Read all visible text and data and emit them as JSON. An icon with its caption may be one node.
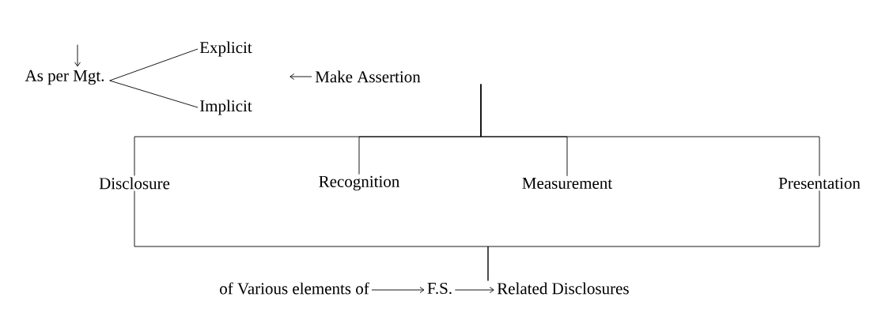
{
  "diagram": {
    "nodes": [
      {
        "text": [
          "As per Mgt."
        ]
      },
      {
        "text": [
          "Explicit"
        ]
      },
      {
        "text": [
          "Implicit"
        ]
      },
      {
        "text": [
          "Make Assertion"
        ]
      },
      {
        "text": [
          "Disclosure"
        ]
      },
      {
        "text": [
          "Recognition"
        ]
      },
      {
        "text": [
          "Measurement"
        ]
      },
      {
        "text": [
          "Presentation"
        ]
      },
      {
        "text": [
          "of Various elements of"
        ]
      },
      {
        "text": [
          "F.S."
        ]
      },
      {
        "text": [
          "Related Disclosures"
        ]
      }
    ],
    "edges": [
      {
        "from": null,
        "to": 0,
        "arrow": "to"
      },
      {
        "from": 0,
        "to": 1,
        "arrow": "none"
      },
      {
        "from": 0,
        "to": 2,
        "arrow": "none"
      },
      {
        "from": 3,
        "to": null,
        "arrow": "to"
      },
      {
        "from": 3,
        "to": 4,
        "arrow": "none"
      },
      {
        "from": 3,
        "to": 5,
        "arrow": "none"
      },
      {
        "from": 3,
        "to": 6,
        "arrow": "none"
      },
      {
        "from": 3,
        "to": 7,
        "arrow": "none"
      },
      {
        "from": 4,
        "to": 10,
        "arrow": "none"
      },
      {
        "from": 7,
        "to": 10,
        "arrow": "none"
      },
      {
        "from": 8,
        "to": 9,
        "arrow": "to"
      },
      {
        "from": 9,
        "to": 10,
        "arrow": "to"
      }
    ]
  }
}
